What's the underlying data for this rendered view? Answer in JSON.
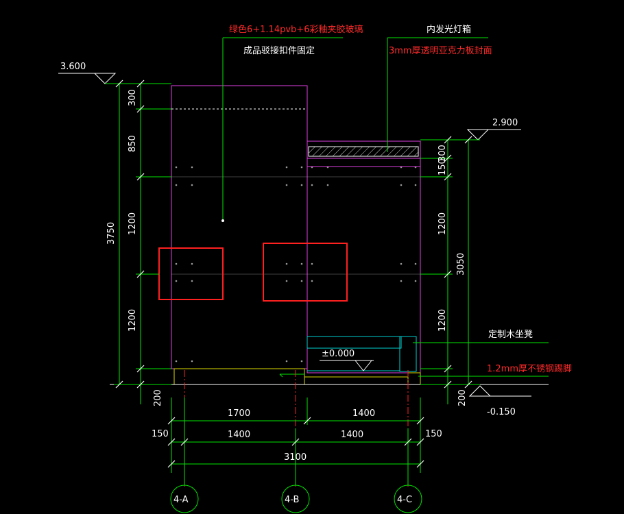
{
  "annotations": {
    "glass": "绿色6+1.14pvb+6彩釉夹胶玻璃",
    "fixing": "成品驳接扣件固定",
    "light_box": "内发光灯箱",
    "acrylic": "3mm厚透明亚克力板封面",
    "seat": "定制木坐凳",
    "kick": "1.2mm厚不锈钢踢脚"
  },
  "levels": {
    "top_left": "3.600",
    "top_right": "2.900",
    "floor": "±0.000",
    "bottom": "-0.150"
  },
  "left_dims": {
    "d300": "300",
    "d850": "850",
    "d1200a": "1200",
    "d1200b": "1200",
    "total": "3750",
    "base": "200"
  },
  "right_dims": {
    "d300": "300",
    "d150": "150",
    "d1200a": "1200",
    "d1200b": "1200",
    "total": "3050",
    "base": "200"
  },
  "bottom_dims": {
    "r1a": "1700",
    "r1b": "1400",
    "r2l": "150",
    "r2a": "1400",
    "r2b": "1400",
    "r2r": "150",
    "total": "3100"
  },
  "axes": [
    "4-A",
    "4-B",
    "4-C"
  ],
  "colors": {
    "dimension": "#00e600",
    "panel": "#e040e0",
    "highlight": "#ff2020",
    "text": "#ffffff"
  }
}
